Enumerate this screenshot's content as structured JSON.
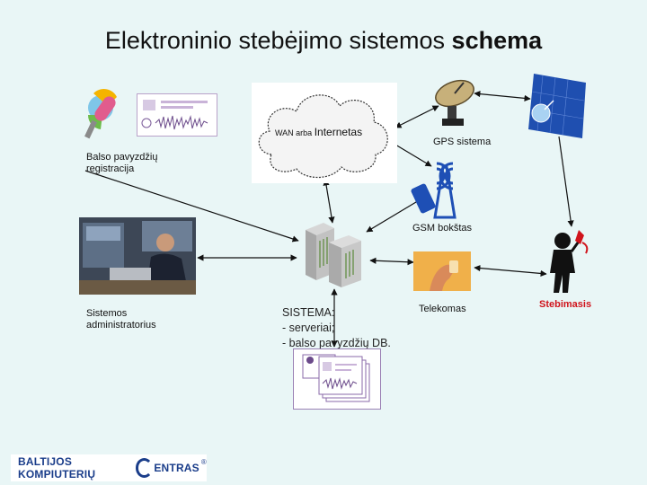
{
  "title": {
    "prefix": "Elektroninio stebėjimo sistemos ",
    "bold": "schema"
  },
  "labels": {
    "wan": "WAN arba",
    "internet": "Internetas",
    "gps": "GPS sistema",
    "voice_registration_1": "Balso pavyzdžių",
    "voice_registration_2": "registracija",
    "gsm": "GSM bokštas",
    "admin_1": "Sistemos",
    "admin_2": "administratorius",
    "system_1": "SISTEMA:",
    "system_2": " - serveriai;",
    "system_3": " - balso pavyzdžių DB.",
    "telecom": "Telekomas",
    "monitored": "Stebimasis"
  },
  "logo": {
    "text_left": "BALTIJOS KOMPIUTERIŲ",
    "text_right": "ENTRAS"
  },
  "colors": {
    "background": "#e9f6f6",
    "accent_red": "#d0141c",
    "logo_blue": "#1a3d8a",
    "satellite_panel": "#1f4fb0",
    "telecom_orange": "#e9a63a"
  }
}
